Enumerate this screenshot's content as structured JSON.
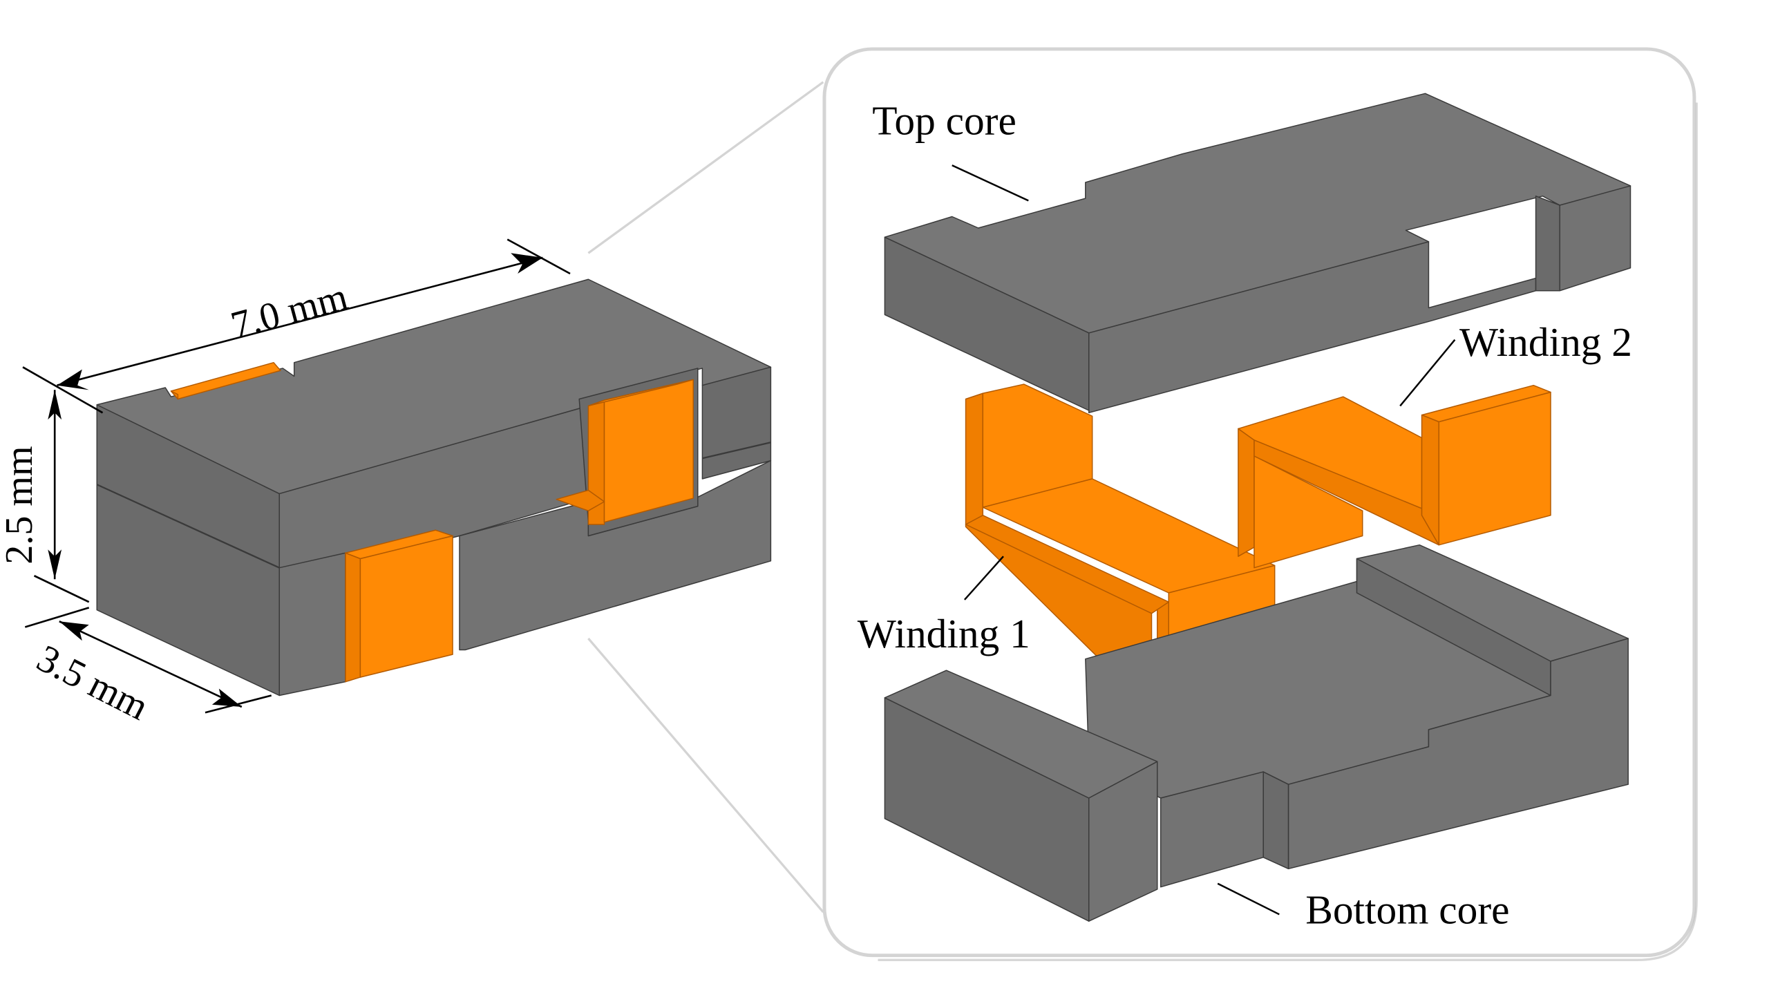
{
  "figure": {
    "description": "Coupled inductor assembled view with dimensions and exploded view of cores and windings",
    "colors": {
      "core": "#737373",
      "winding": "#ff8a05",
      "panel_border": "#d4d4d4",
      "background": "#ffffff"
    },
    "assembled_view": {
      "dimensions": {
        "length": "7.0 mm",
        "height": "2.5 mm",
        "width": "3.5 mm"
      }
    },
    "exploded_view": {
      "labels": {
        "top_core": "Top core",
        "winding_2": "Winding 2",
        "winding_1": "Winding 1",
        "bottom_core": "Bottom core"
      }
    }
  }
}
